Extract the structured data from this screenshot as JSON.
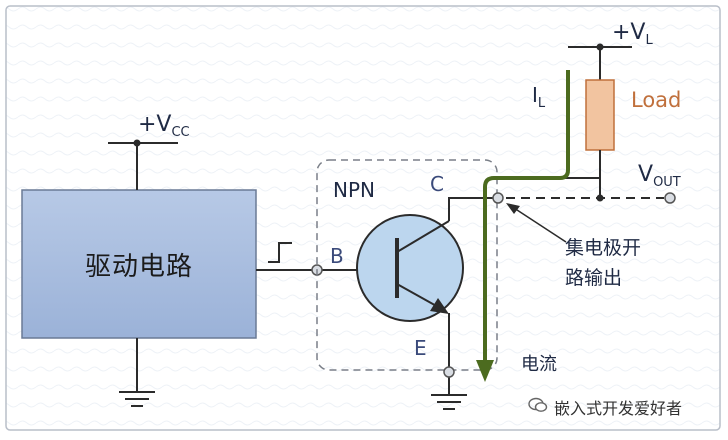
{
  "labels": {
    "driver": "驱动电路",
    "vcc_prefix": "+V",
    "vcc_sub": "CC",
    "vl_prefix": "+V",
    "vl_sub": "L",
    "il_main": "I",
    "il_sub": "L",
    "load": "Load",
    "vout_main": "V",
    "vout_sub": "OUT",
    "npn": "NPN",
    "collector": "C",
    "base": "B",
    "emitter": "E",
    "open_collector_line1": "集电极开",
    "open_collector_line2": "路输出",
    "current": "电流",
    "watermark": "嵌入式开发爱好者"
  },
  "colors": {
    "frame_border": "#b9bfc9",
    "driver_fill": "#a9bedf",
    "transistor_fill": "#bcd6ee",
    "load_fill": "#f2c4a0",
    "load_stroke": "#c0703c",
    "current_arrow": "#4c6b1f",
    "wire": "#2b2b2b"
  },
  "icons": {
    "watermark": "wechat-icon"
  }
}
